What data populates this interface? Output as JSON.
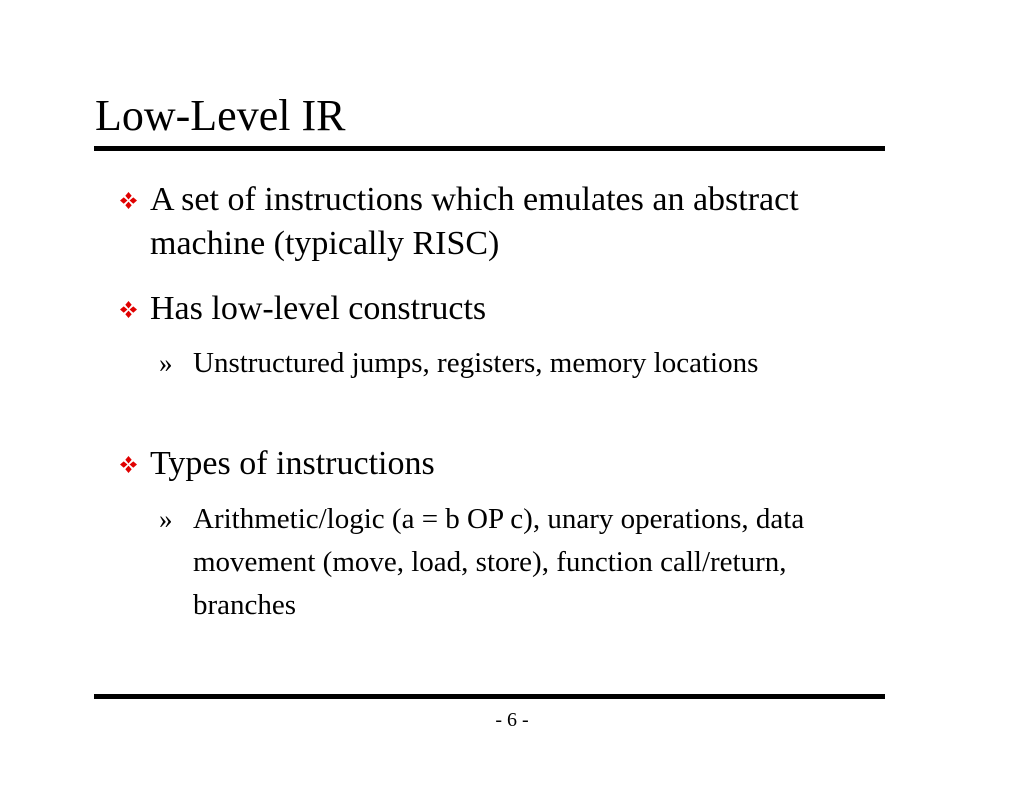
{
  "slide": {
    "title": "Low-Level IR",
    "page_number": "- 6 -",
    "accent_color": "#e00000",
    "bullets": [
      {
        "text": "A set of instructions which emulates an abstract machine (typically RISC)",
        "icon": "diamond-icon"
      },
      {
        "text": "Has low-level constructs",
        "icon": "diamond-icon",
        "sub": [
          {
            "text": "Unstructured jumps, registers, memory locations",
            "icon": "raquo-icon",
            "glyph": "»"
          }
        ]
      },
      {
        "text": "Types of instructions",
        "icon": "diamond-icon",
        "sub": [
          {
            "text": "Arithmetic/logic (a = b OP c), unary operations, data movement (move, load, store), function call/return, branches",
            "icon": "raquo-icon",
            "glyph": "»"
          }
        ]
      }
    ]
  }
}
